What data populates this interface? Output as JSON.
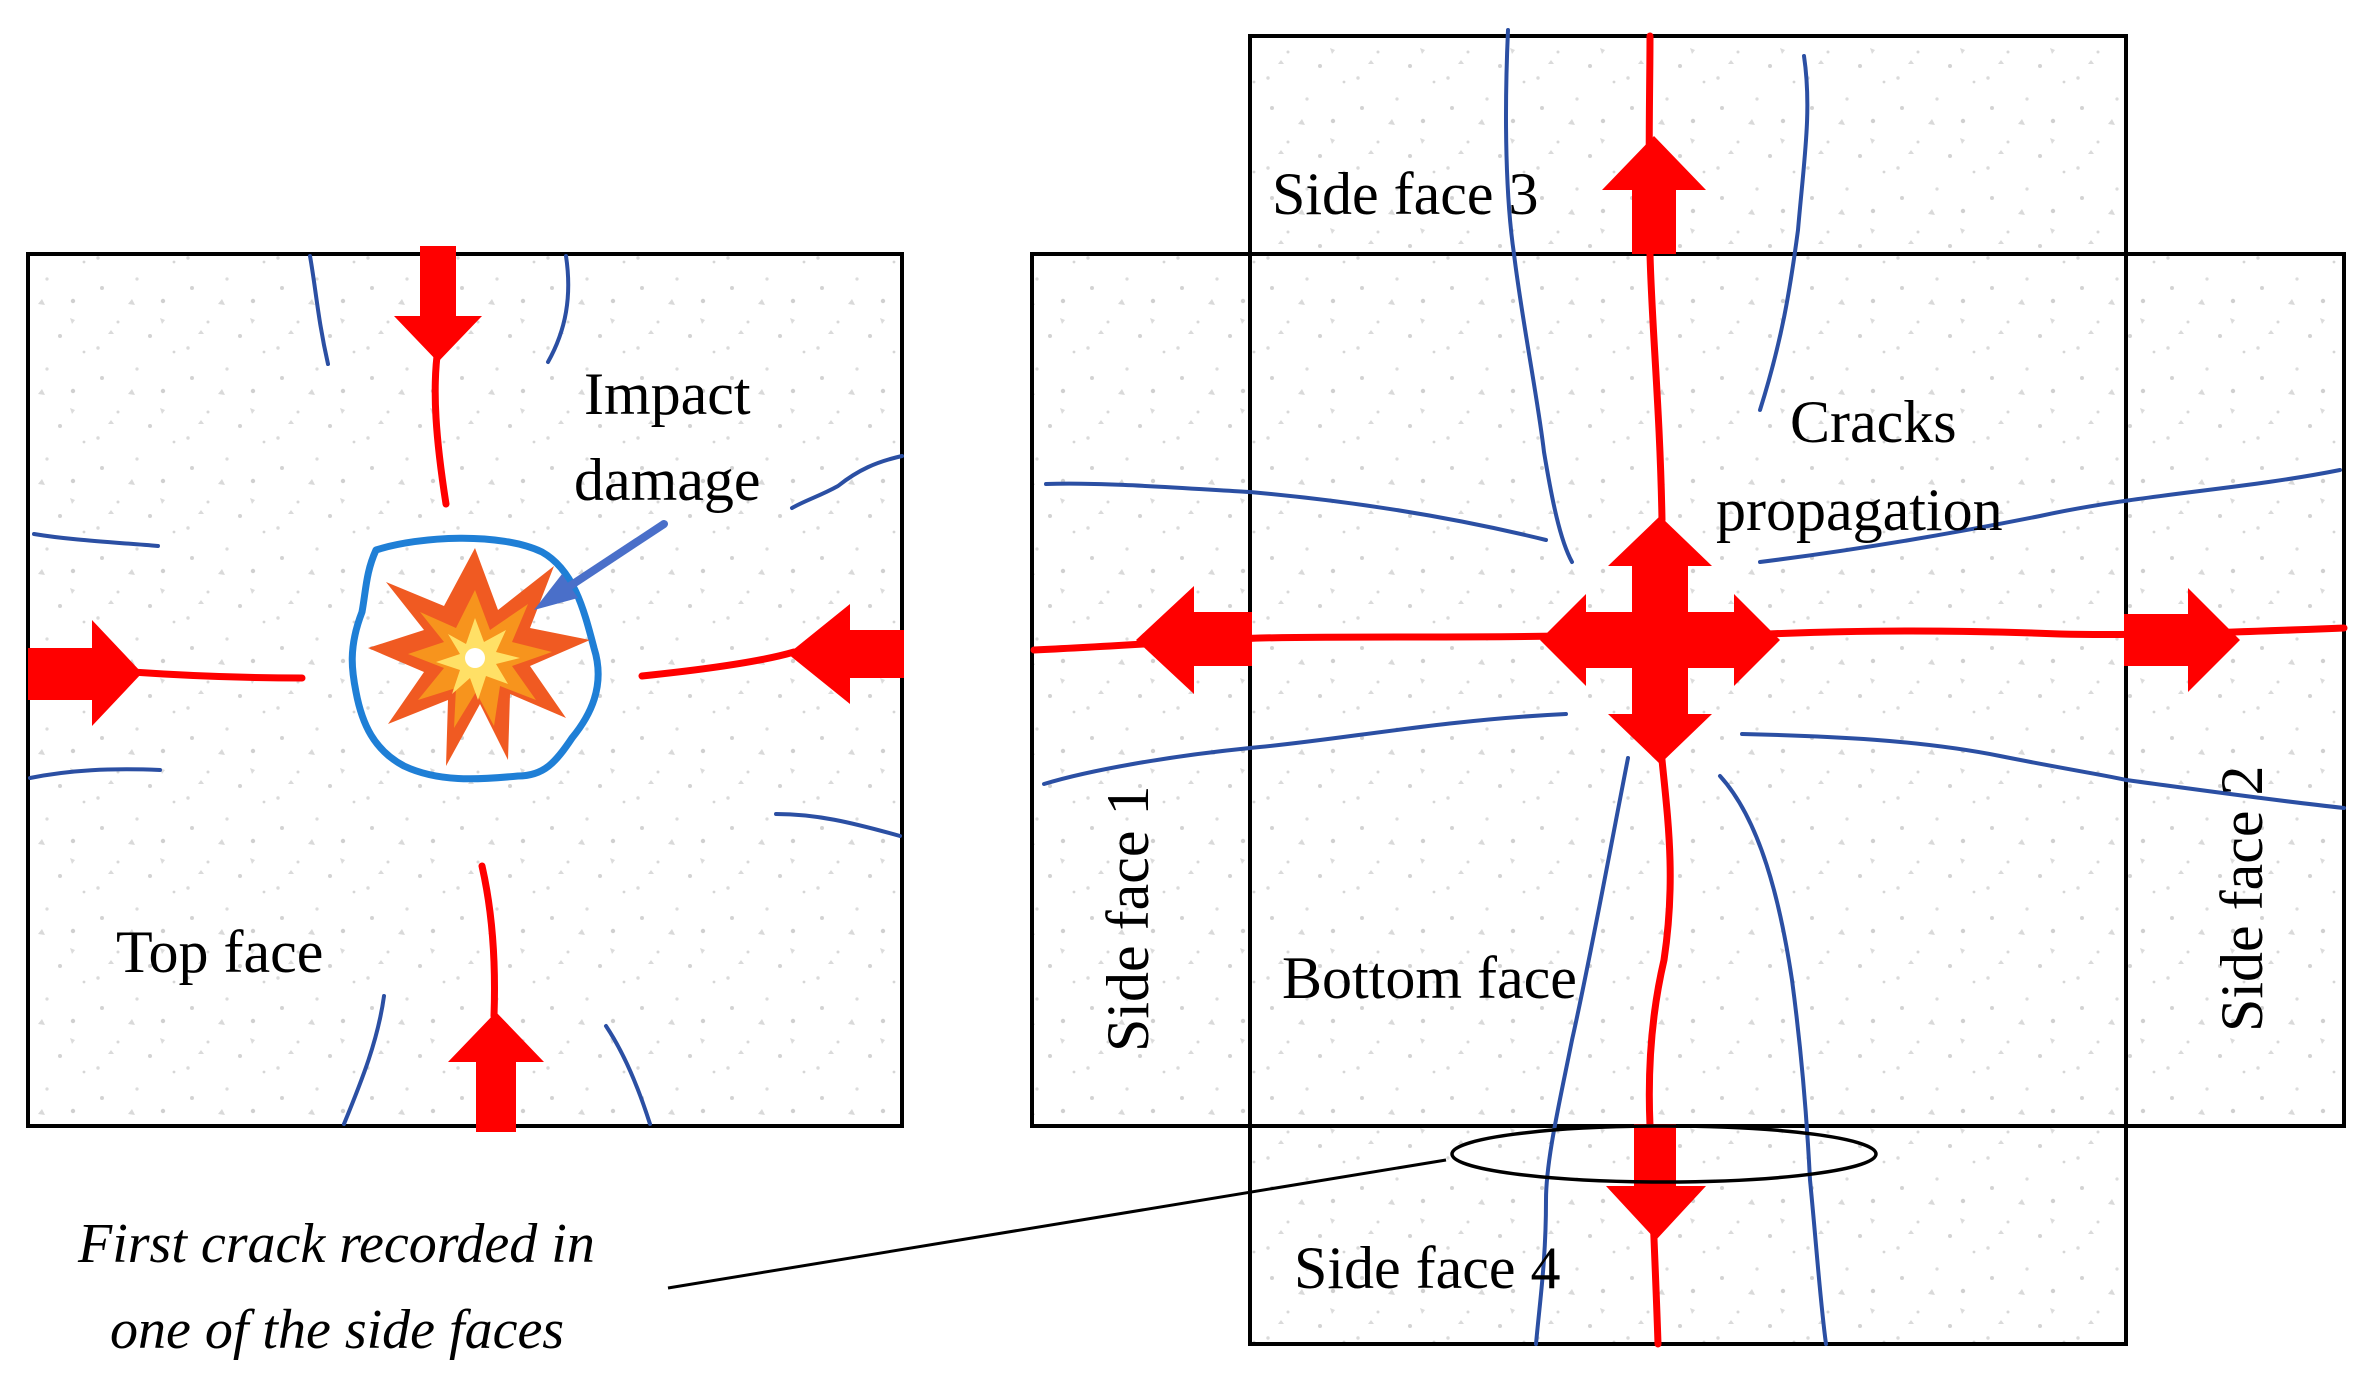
{
  "colors": {
    "background": "#ffffff",
    "outline": "#000000",
    "crack_blue": "#2b4fa3",
    "crack_red": "#ff0000",
    "arrow_red": "#ff0000",
    "pointer_blue": "#4a6fc9",
    "impact_ring": "#1f7fd6",
    "burst_outer": "#f05a22",
    "burst_mid": "#f7941d",
    "burst_inner": "#ffe066"
  },
  "icons": {
    "impact": "explosion-burst-icon"
  },
  "labels": {
    "impact_damage_line1": "Impact",
    "impact_damage_line2": "damage",
    "top_face": "Top face",
    "side_face_3": "Side face 3",
    "cracks_line1": "Cracks",
    "cracks_line2": "propagation",
    "side_face_1": "Side face 1",
    "side_face_2": "Side face 2",
    "bottom_face": "Bottom face",
    "side_face_4": "Side face 4",
    "first_crack_line1": "First crack recorded in",
    "first_crack_line2": "one of the side faces"
  }
}
